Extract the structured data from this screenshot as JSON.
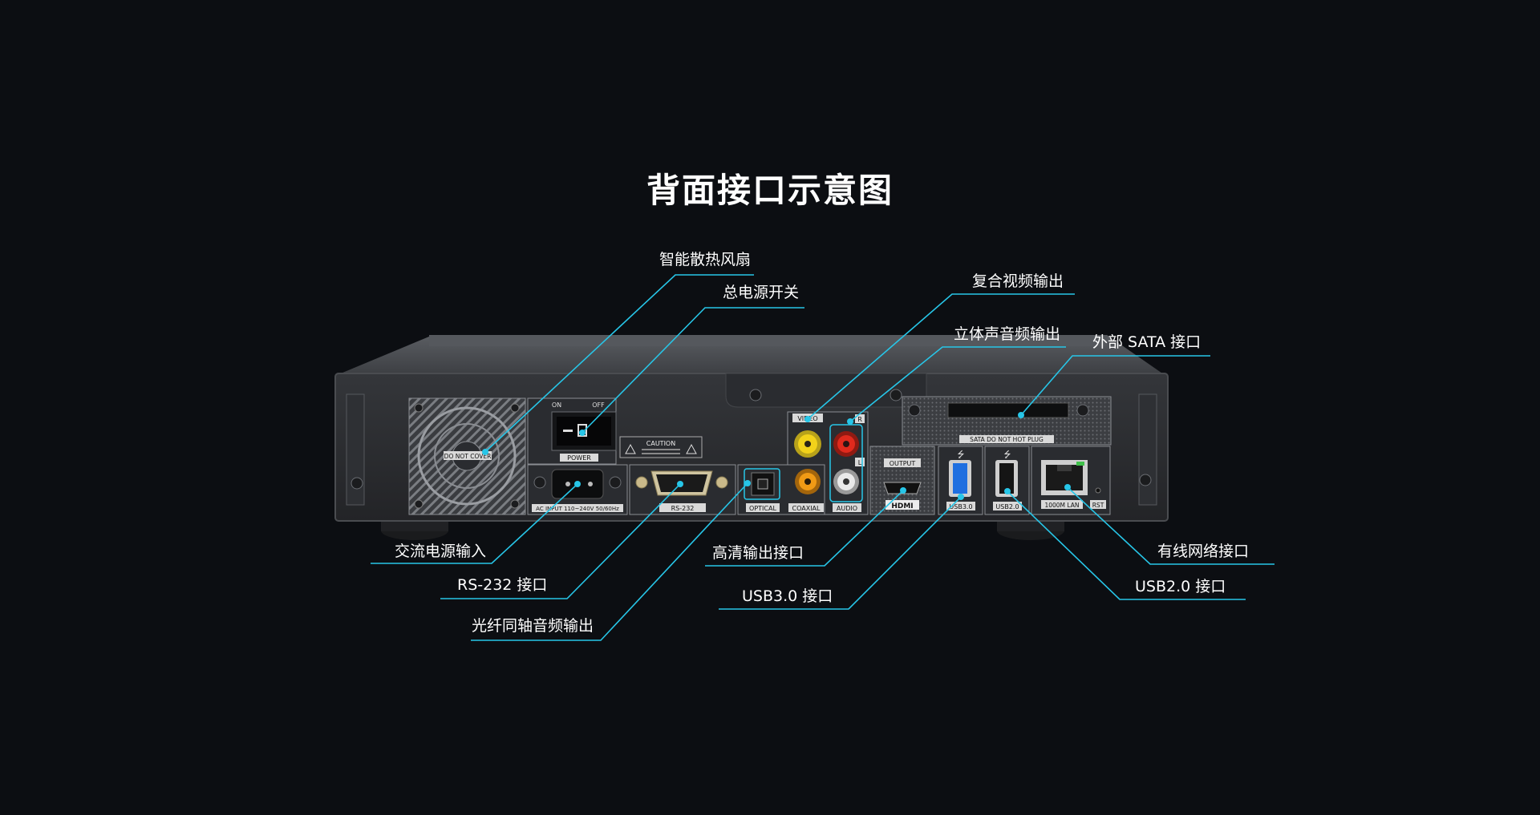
{
  "page": {
    "title": "背面接口示意图"
  },
  "device": {
    "text": {
      "do_not_cover": "DO NOT COVER",
      "on": "ON",
      "off": "OFF",
      "power": "POWER",
      "caution": "CAUTION",
      "ac_input": "AC INPUT 110~240V 50/60Hz",
      "rs232": "RS-232",
      "video": "VIDEO",
      "r": "R",
      "l": "L",
      "optical": "OPTICAL",
      "coaxial": "COAXIAL",
      "audio": "AUDIO",
      "output": "OUTPUT",
      "hdmi": "HDMI",
      "usb3": "USB3.0",
      "usb2": "USB2.0",
      "lan": "1000M LAN",
      "rst": "RST",
      "sata": "SATA  DO NOT HOT PLUG"
    }
  },
  "callouts": {
    "fan": "智能散热风扇",
    "power_switch": "总电源开关",
    "composite_video": "复合视频输出",
    "stereo_audio": "立体声音频输出",
    "esata": "外部 SATA 接口",
    "ac_input": "交流电源输入",
    "rs232": "RS-232 接口",
    "optical_coax": "光纤同轴音频输出",
    "hdmi": "高清输出接口",
    "usb3": "USB3.0 接口",
    "lan": "有线网络接口",
    "usb2": "USB2.0 接口"
  },
  "colors": {
    "background": "#0c0e12",
    "callout_line": "#27c6e8",
    "device_body": "#2b2d31",
    "port_yellow": "#f2d21a",
    "port_red": "#e02a1d",
    "port_white": "#e9e9e9",
    "port_orange": "#f09a15",
    "usb3_blue": "#1f6fe0"
  }
}
